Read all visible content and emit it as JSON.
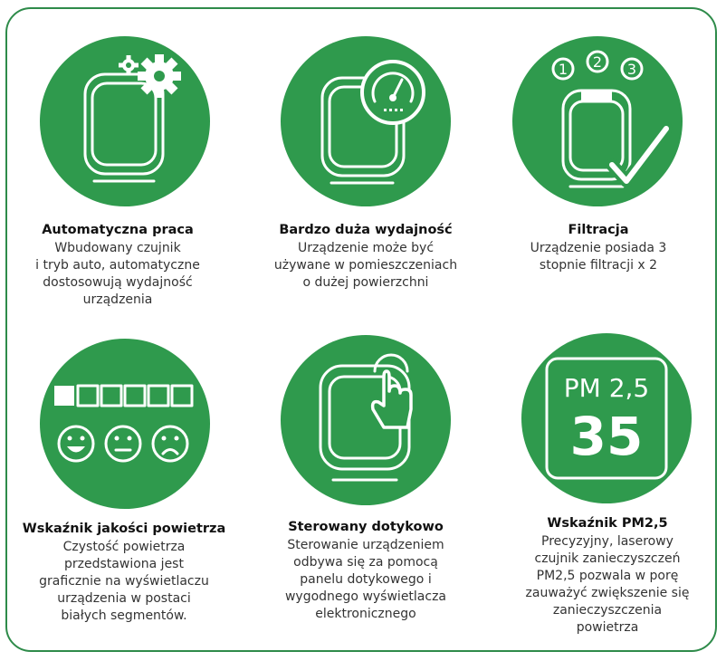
{
  "colors": {
    "accent": "#2f9a4d",
    "border": "#2e8b4a"
  },
  "features": [
    {
      "icon": "gears-purifier-icon",
      "title": "Automatyczna praca",
      "desc": "Wbudowany czujnik\ni tryb auto, automatyczne\ndostosowują wydajność\nurządzenia"
    },
    {
      "icon": "gauge-purifier-icon",
      "title": "Bardzo duża wydajność",
      "desc": "Urządzenie może być\nużywane w pomieszczeniach\no dużej powierzchni"
    },
    {
      "icon": "filter-stages-icon",
      "title": "Filtracja",
      "desc": "Urządzenie posiada 3\nstopnie filtracji x 2",
      "stages": [
        "1",
        "2",
        "3"
      ]
    },
    {
      "icon": "air-quality-segments-icon",
      "title": "Wskaźnik jakości powietrza",
      "desc": "Czystość powietrza\nprzedstawiona jest\ngraficznie na wyświetlaczu\nurządzenia w postaci\nbiałych segmentów."
    },
    {
      "icon": "touch-control-icon",
      "title": "Sterowany dotykowo",
      "desc": "Sterowanie urządzeniem\nodbywa się za pomocą\npanelu dotykowego i\nwygodnego wyświetlacza\nelektronicznego"
    },
    {
      "icon": "pm-display-icon",
      "title": "Wskaźnik PM2,5",
      "desc": "Precyzyjny, laserowy\nczujnik zanieczyszczeń\nPM2,5 pozwala w porę\nzauważyć zwiększenie się\nzanieczyszczenia\npowietrza",
      "display_label": "PM 2,5",
      "display_value": "35"
    }
  ]
}
